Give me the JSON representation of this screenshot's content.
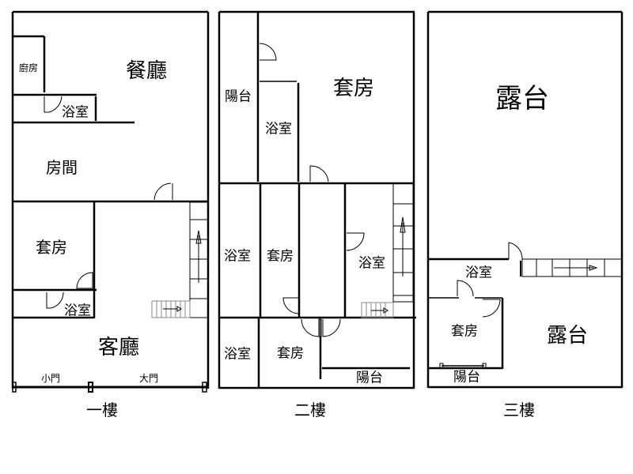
{
  "floors": [
    {
      "title": "一樓",
      "rooms": [
        "廚房",
        "餐廳",
        "浴室",
        "房間",
        "套房",
        "浴室",
        "客廳"
      ],
      "doors": [
        "小門",
        "大門"
      ]
    },
    {
      "title": "二樓",
      "rooms": [
        "陽台",
        "套房",
        "浴室",
        "浴室",
        "套房",
        "浴室",
        "浴室",
        "套房",
        "陽台"
      ]
    },
    {
      "title": "三樓",
      "rooms": [
        "露台",
        "浴室",
        "套房",
        "露台",
        "陽台"
      ]
    }
  ]
}
